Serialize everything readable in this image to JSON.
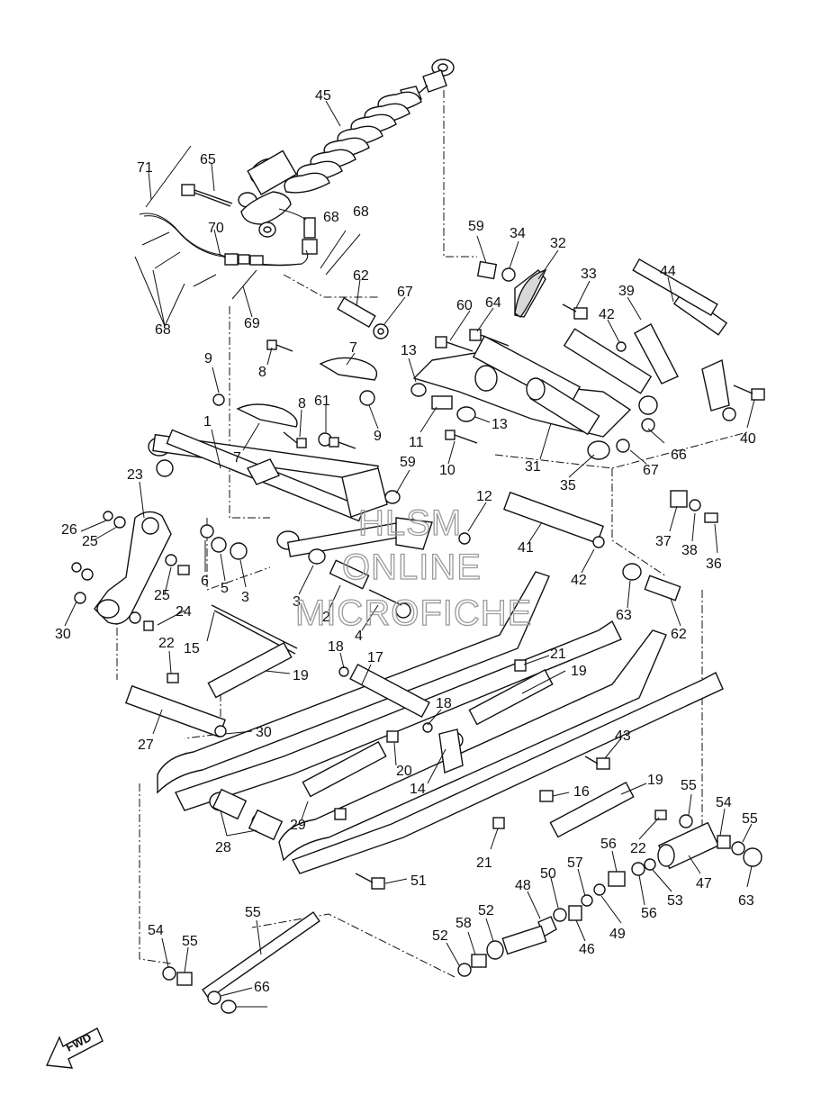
{
  "watermark": {
    "line1": "HLSM",
    "line2": "ONLINE",
    "line3": "MICROFICHE"
  },
  "direction_badge": "FWD",
  "callouts": [
    "45",
    "71",
    "65",
    "70",
    "68",
    "68",
    "68",
    "69",
    "62",
    "67",
    "59",
    "34",
    "32",
    "33",
    "39",
    "44",
    "60",
    "64",
    "42",
    "40",
    "9",
    "8",
    "7",
    "61",
    "8",
    "9",
    "13",
    "11",
    "13",
    "1",
    "7",
    "31",
    "66",
    "67",
    "35",
    "10",
    "59",
    "12",
    "23",
    "26",
    "25",
    "6",
    "5",
    "3",
    "3",
    "2",
    "41",
    "42",
    "37",
    "38",
    "36",
    "63",
    "62",
    "25",
    "24",
    "30",
    "4",
    "15",
    "22",
    "18",
    "17",
    "19",
    "21",
    "19",
    "27",
    "30",
    "18",
    "20",
    "14",
    "43",
    "16",
    "19",
    "55",
    "54",
    "55",
    "21",
    "22",
    "47",
    "63",
    "28",
    "29",
    "51",
    "56",
    "57",
    "50",
    "56",
    "53",
    "48",
    "49",
    "52",
    "58",
    "52",
    "46",
    "55",
    "54",
    "55",
    "66"
  ]
}
